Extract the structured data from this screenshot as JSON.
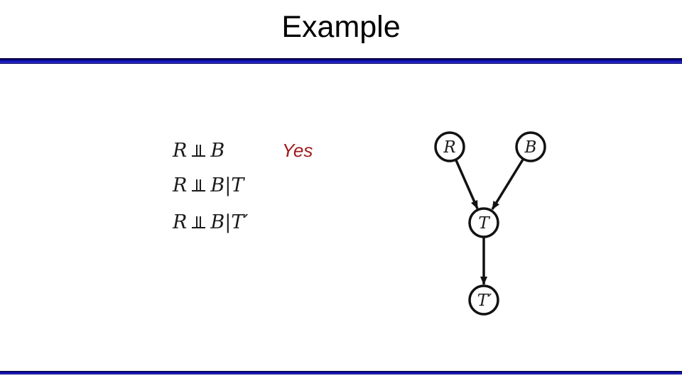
{
  "slide": {
    "title": "Example",
    "background_color": "#ffffff",
    "rule_blue": "#2222cc",
    "rule_dark": "#000033"
  },
  "formulas": [
    {
      "left": "R",
      "right": "B",
      "condition": ""
    },
    {
      "left": "R",
      "right": "B",
      "condition": "|T"
    },
    {
      "left": "R",
      "right": "B",
      "condition": "|T′"
    }
  ],
  "answer": {
    "label": "Yes",
    "color": "#9e1a1a"
  },
  "graph": {
    "node_fill": "#ffffff",
    "node_stroke": "#121212",
    "nodes": [
      {
        "label": "R"
      },
      {
        "label": "B"
      },
      {
        "label": "T"
      },
      {
        "label": "T′"
      }
    ],
    "edges": [
      {
        "from": "R",
        "to": "T"
      },
      {
        "from": "B",
        "to": "T"
      },
      {
        "from": "T",
        "to": "T′"
      }
    ]
  }
}
